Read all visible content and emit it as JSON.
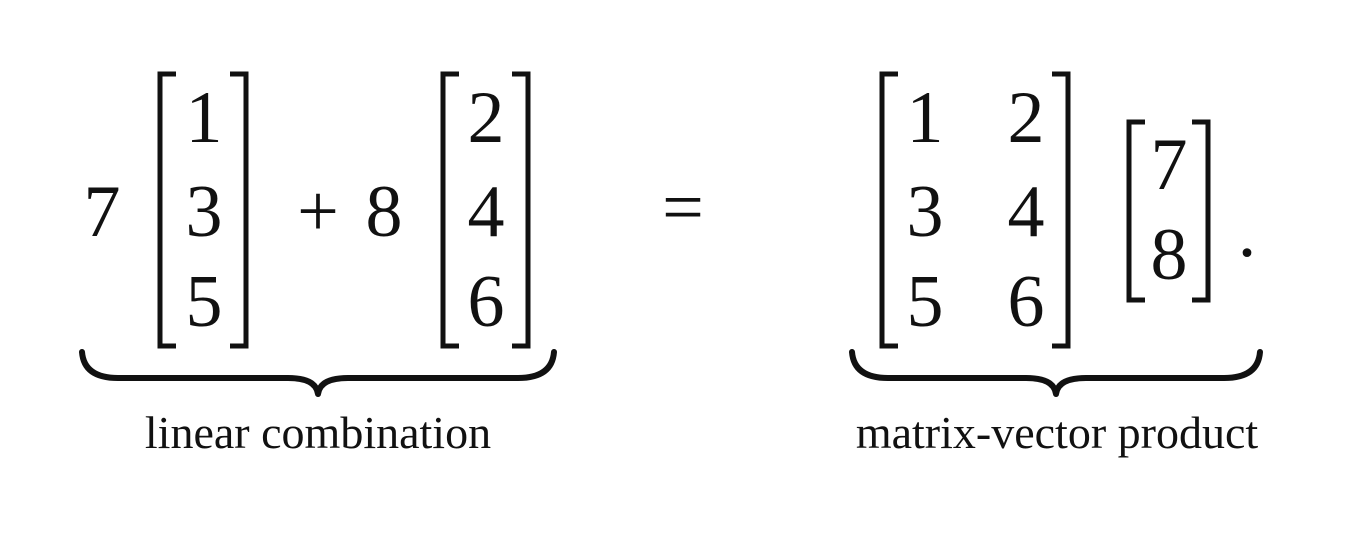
{
  "equation": {
    "coef1": "7",
    "vec1": [
      "1",
      "3",
      "5"
    ],
    "plus": "+",
    "coef2": "8",
    "vec2": [
      "2",
      "4",
      "6"
    ],
    "equals": "=",
    "matrix": [
      [
        "1",
        "2"
      ],
      [
        "3",
        "4"
      ],
      [
        "5",
        "6"
      ]
    ],
    "vector": [
      "7",
      "8"
    ],
    "period": "."
  },
  "labels": {
    "left": "linear combination",
    "right": "matrix-vector product"
  }
}
